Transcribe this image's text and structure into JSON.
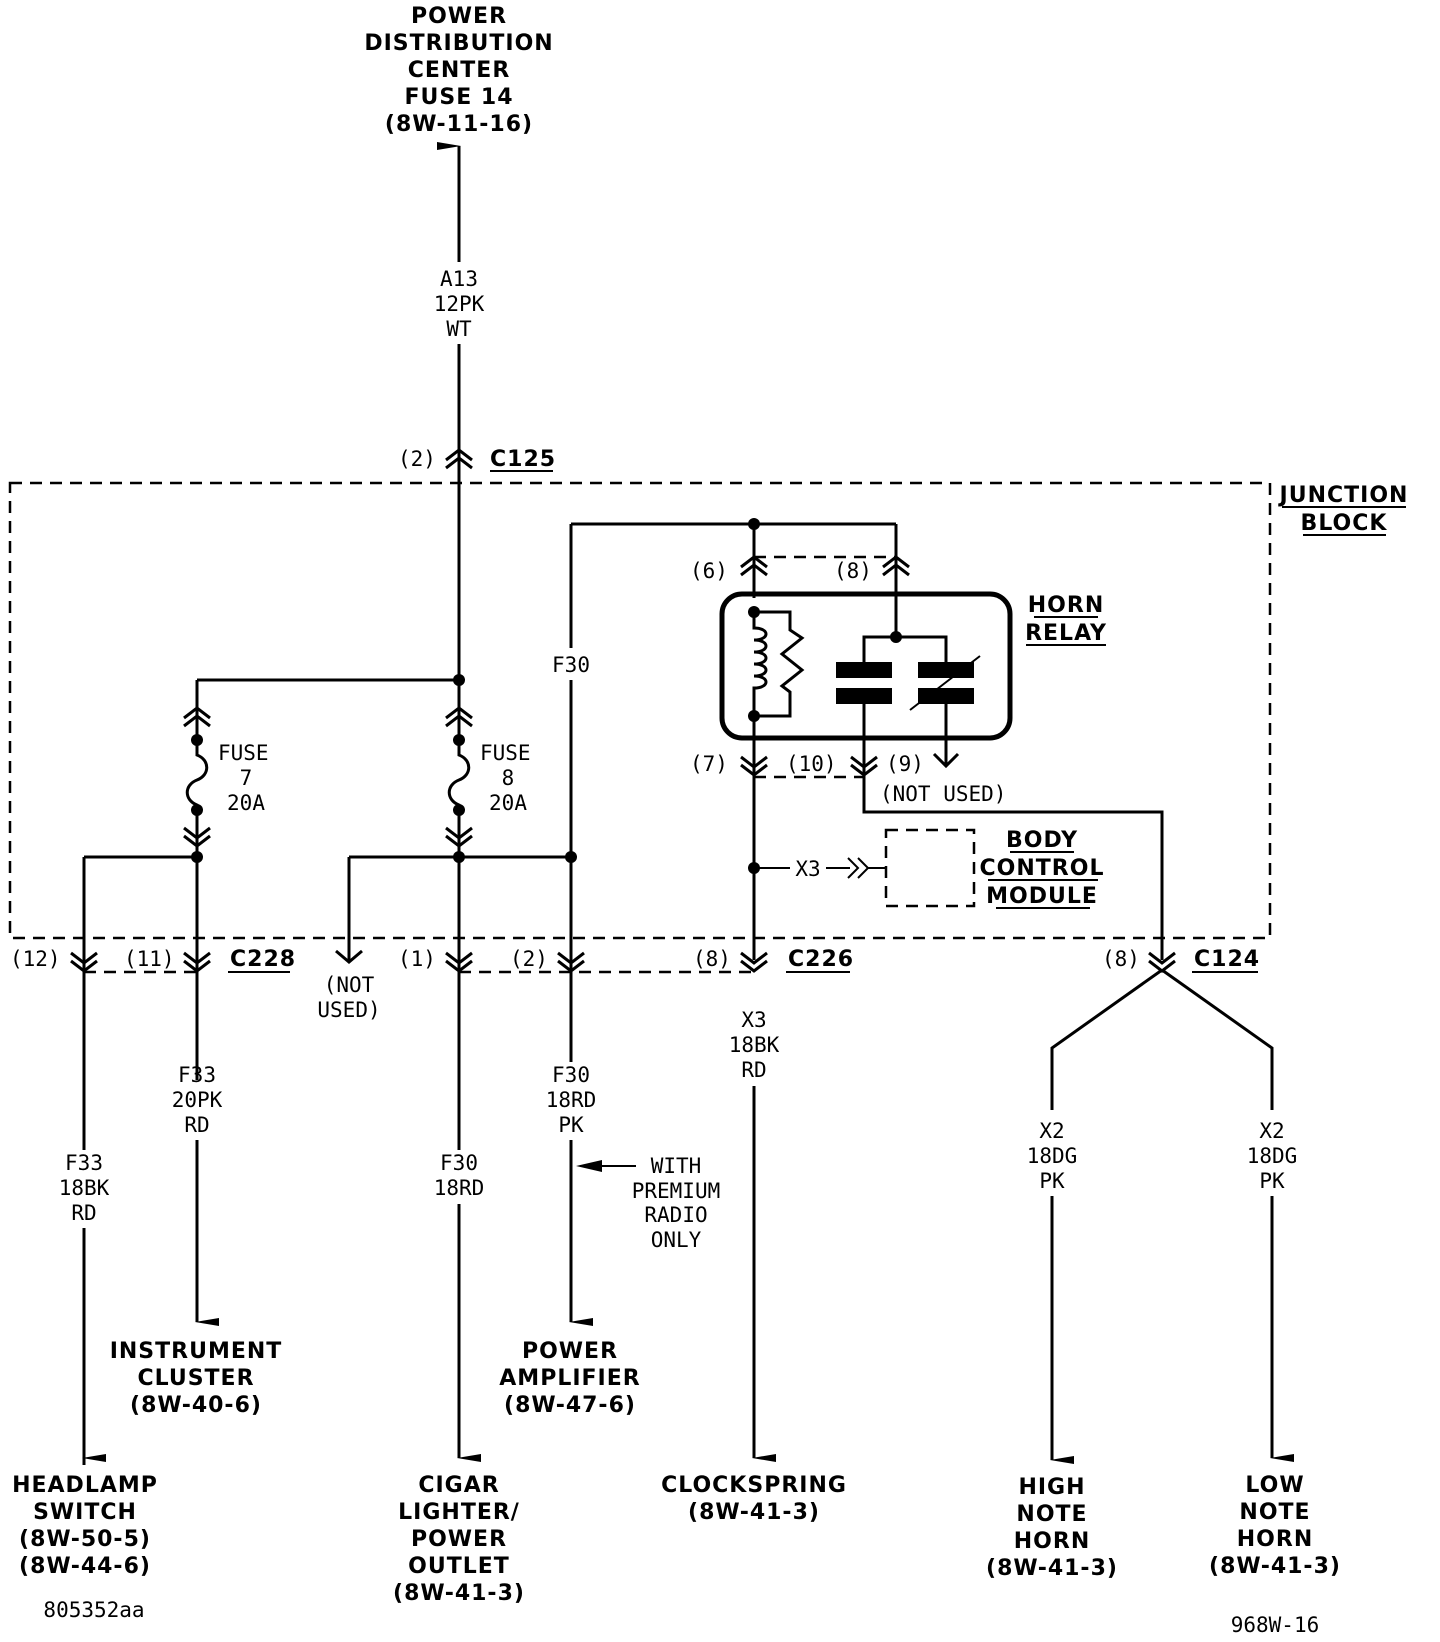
{
  "source": {
    "lines": [
      "POWER",
      "DISTRIBUTION",
      "CENTER",
      "FUSE 14",
      "(8W-11-16)"
    ]
  },
  "wires": {
    "a13": [
      "A13",
      "12PK",
      "WT"
    ],
    "f30_internal": "F30",
    "f33_headlamp": [
      "F33",
      "18BK",
      "RD"
    ],
    "f33_cluster": [
      "F33",
      "20PK",
      "RD"
    ],
    "f30_lighter": [
      "F30",
      "18RD"
    ],
    "f30_amp": [
      "F30",
      "18RD",
      "PK"
    ],
    "x3_clockspring": [
      "X3",
      "18BK",
      "RD"
    ],
    "x3_bcm": "X3",
    "x2_high": [
      "X2",
      "18DG",
      "PK"
    ],
    "x2_low": [
      "X2",
      "18DG",
      "PK"
    ]
  },
  "connectors": {
    "c125": {
      "name": "C125",
      "pin": "(2)"
    },
    "c228": {
      "name": "C228",
      "pins": [
        "(12)",
        "(11)"
      ]
    },
    "c226": {
      "name": "C226",
      "pins": [
        "(1)",
        "(2)",
        "(8)"
      ]
    },
    "c124": {
      "name": "C124",
      "pin": "(8)"
    },
    "not_used_left": [
      "(NOT",
      "USED)"
    ],
    "relay_pins": {
      "p6": "(6)",
      "p8": "(8)",
      "p7": "(7)",
      "p10": "(10)",
      "p9": "(9)",
      "not_used": "(NOT USED)"
    }
  },
  "junction_block": {
    "lines": [
      "JUNCTION",
      "BLOCK"
    ]
  },
  "fuses": [
    {
      "lines": [
        "FUSE",
        "7",
        "20A"
      ]
    },
    {
      "lines": [
        "FUSE",
        "8",
        "20A"
      ]
    }
  ],
  "horn_relay": {
    "lines": [
      "HORN",
      "RELAY"
    ]
  },
  "bcm": {
    "lines": [
      "BODY",
      "CONTROL",
      "MODULE"
    ]
  },
  "note_premium": [
    "WITH",
    "PREMIUM",
    "RADIO",
    "ONLY"
  ],
  "destinations": {
    "headlamp": [
      "HEADLAMP",
      "SWITCH",
      "(8W-50-5)",
      "(8W-44-6)"
    ],
    "cluster": [
      "INSTRUMENT",
      "CLUSTER",
      "(8W-40-6)"
    ],
    "lighter": [
      "CIGAR",
      "LIGHTER/",
      "POWER",
      "OUTLET",
      "(8W-41-3)"
    ],
    "amplifier": [
      "POWER",
      "AMPLIFIER",
      "(8W-47-6)"
    ],
    "clockspring": [
      "CLOCKSPRING",
      "(8W-41-3)"
    ],
    "high_horn": [
      "HIGH",
      "NOTE",
      "HORN",
      "(8W-41-3)"
    ],
    "low_horn": [
      "LOW",
      "NOTE",
      "HORN",
      "(8W-41-3)"
    ]
  },
  "footer": {
    "left_id": "805352aa",
    "right_id": "968W-16"
  }
}
